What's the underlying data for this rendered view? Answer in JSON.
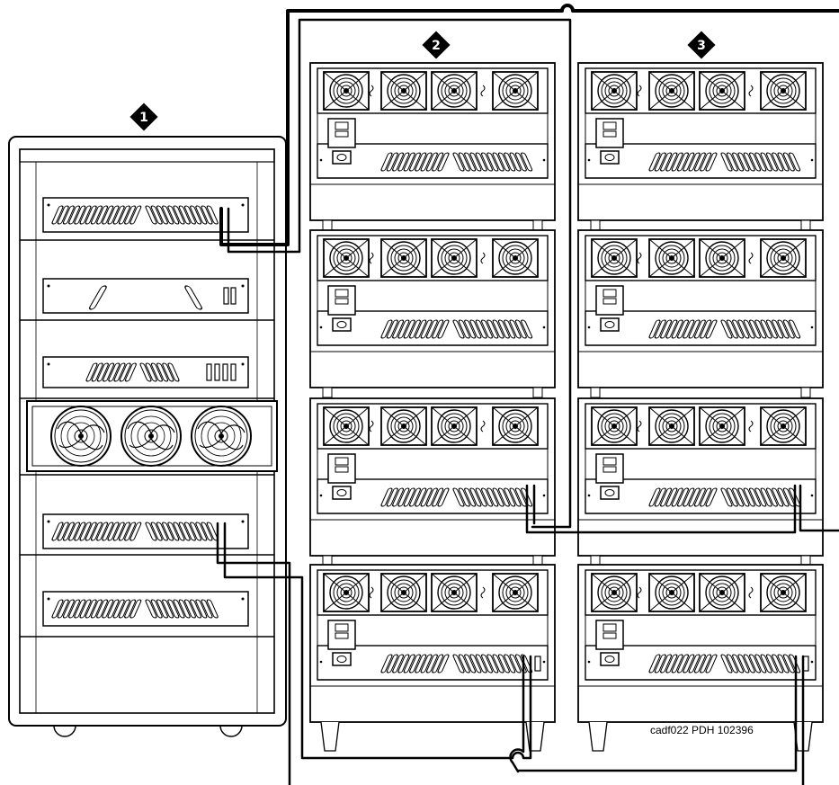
{
  "callouts": [
    {
      "id": "cabinet-1",
      "label": "1"
    },
    {
      "id": "stack-2",
      "label": "2"
    },
    {
      "id": "stack-3",
      "label": "3"
    }
  ],
  "caption": "cadf022 PDH 102396",
  "colors": {
    "line": "#000000",
    "background": "#ffffff",
    "panel_fill": "#f4f4f4"
  }
}
